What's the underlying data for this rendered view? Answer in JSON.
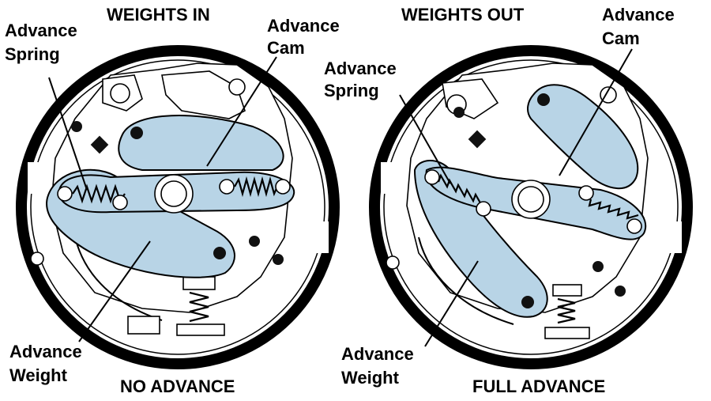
{
  "left_panel": {
    "title": "WEIGHTS IN",
    "caption": "NO ADVANCE",
    "label_spring": [
      "Advance",
      "Spring"
    ],
    "label_cam": [
      "Advance",
      "Cam"
    ],
    "label_weight": [
      "Advance",
      "Weight"
    ]
  },
  "right_panel": {
    "title": "WEIGHTS OUT",
    "caption": "FULL ADVANCE",
    "label_spring": [
      "Advance",
      "Spring"
    ],
    "label_cam": [
      "Advance",
      "Cam"
    ],
    "label_weight": [
      "Advance",
      "Weight"
    ]
  },
  "colors": {
    "part_fill": "#b8d4e6",
    "ring": "#000000",
    "background": "#ffffff"
  }
}
